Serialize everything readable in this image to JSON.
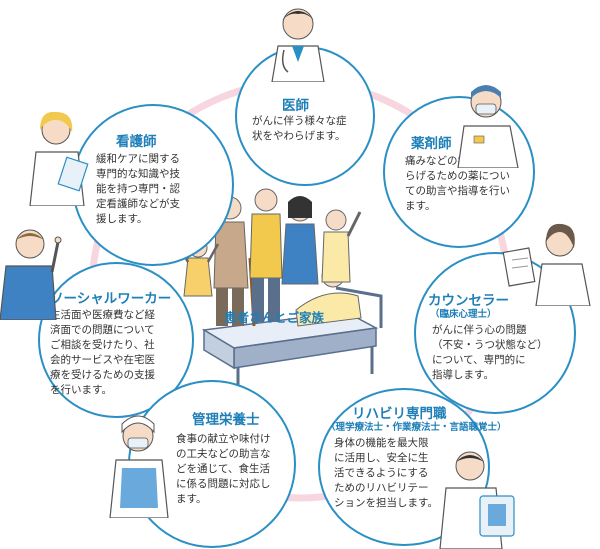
{
  "center": {
    "label": "患者さんとご家族"
  },
  "roles": {
    "doctor": {
      "title": "医師",
      "desc": "がんに伴う様々な症\n状をやわらげます。"
    },
    "pharmacist": {
      "title": "薬剤師",
      "desc": "痛みなどの症状をやわ\nらげるための薬につい\nての助言や指導を行い\nます。"
    },
    "nurse": {
      "title": "看護師",
      "desc": "緩和ケアに関する\n専門的な知識や技\n能を持つ専門・認\n定看護師などが支\n援します。"
    },
    "social_worker": {
      "title": "ソーシャルワーカー",
      "desc": "生活面や医療費など経\n済面での問題について\nご相談を受けたり、社\n会的サービスや在宅医\n療を受けるための支援\nを行います。"
    },
    "counselor": {
      "title": "カウンセラー",
      "subtitle": "（臨床心理士）",
      "desc": "がんに伴う心の問題\n（不安・うつ状態など）\nについて、専門的に\n指導します。"
    },
    "dietitian": {
      "title": "管理栄養士",
      "desc": "食事の献立や味付け\nの工夫などの助言な\nどを通じて、食生活\nに係る問題に対応し\nます。"
    },
    "rehab": {
      "title": "リハビリ専門職",
      "subtitle": "（理学療法士・作業療法士・言語聴覚士）",
      "desc": "身体の機能を最大限\nに活用し、安全に生\n活できるようにする\nためのリハビリテー\nションを担当します。"
    }
  },
  "colors": {
    "accent": "#1f7fb8",
    "border": "#2a8fc4",
    "ring": "#f7d6e0"
  }
}
